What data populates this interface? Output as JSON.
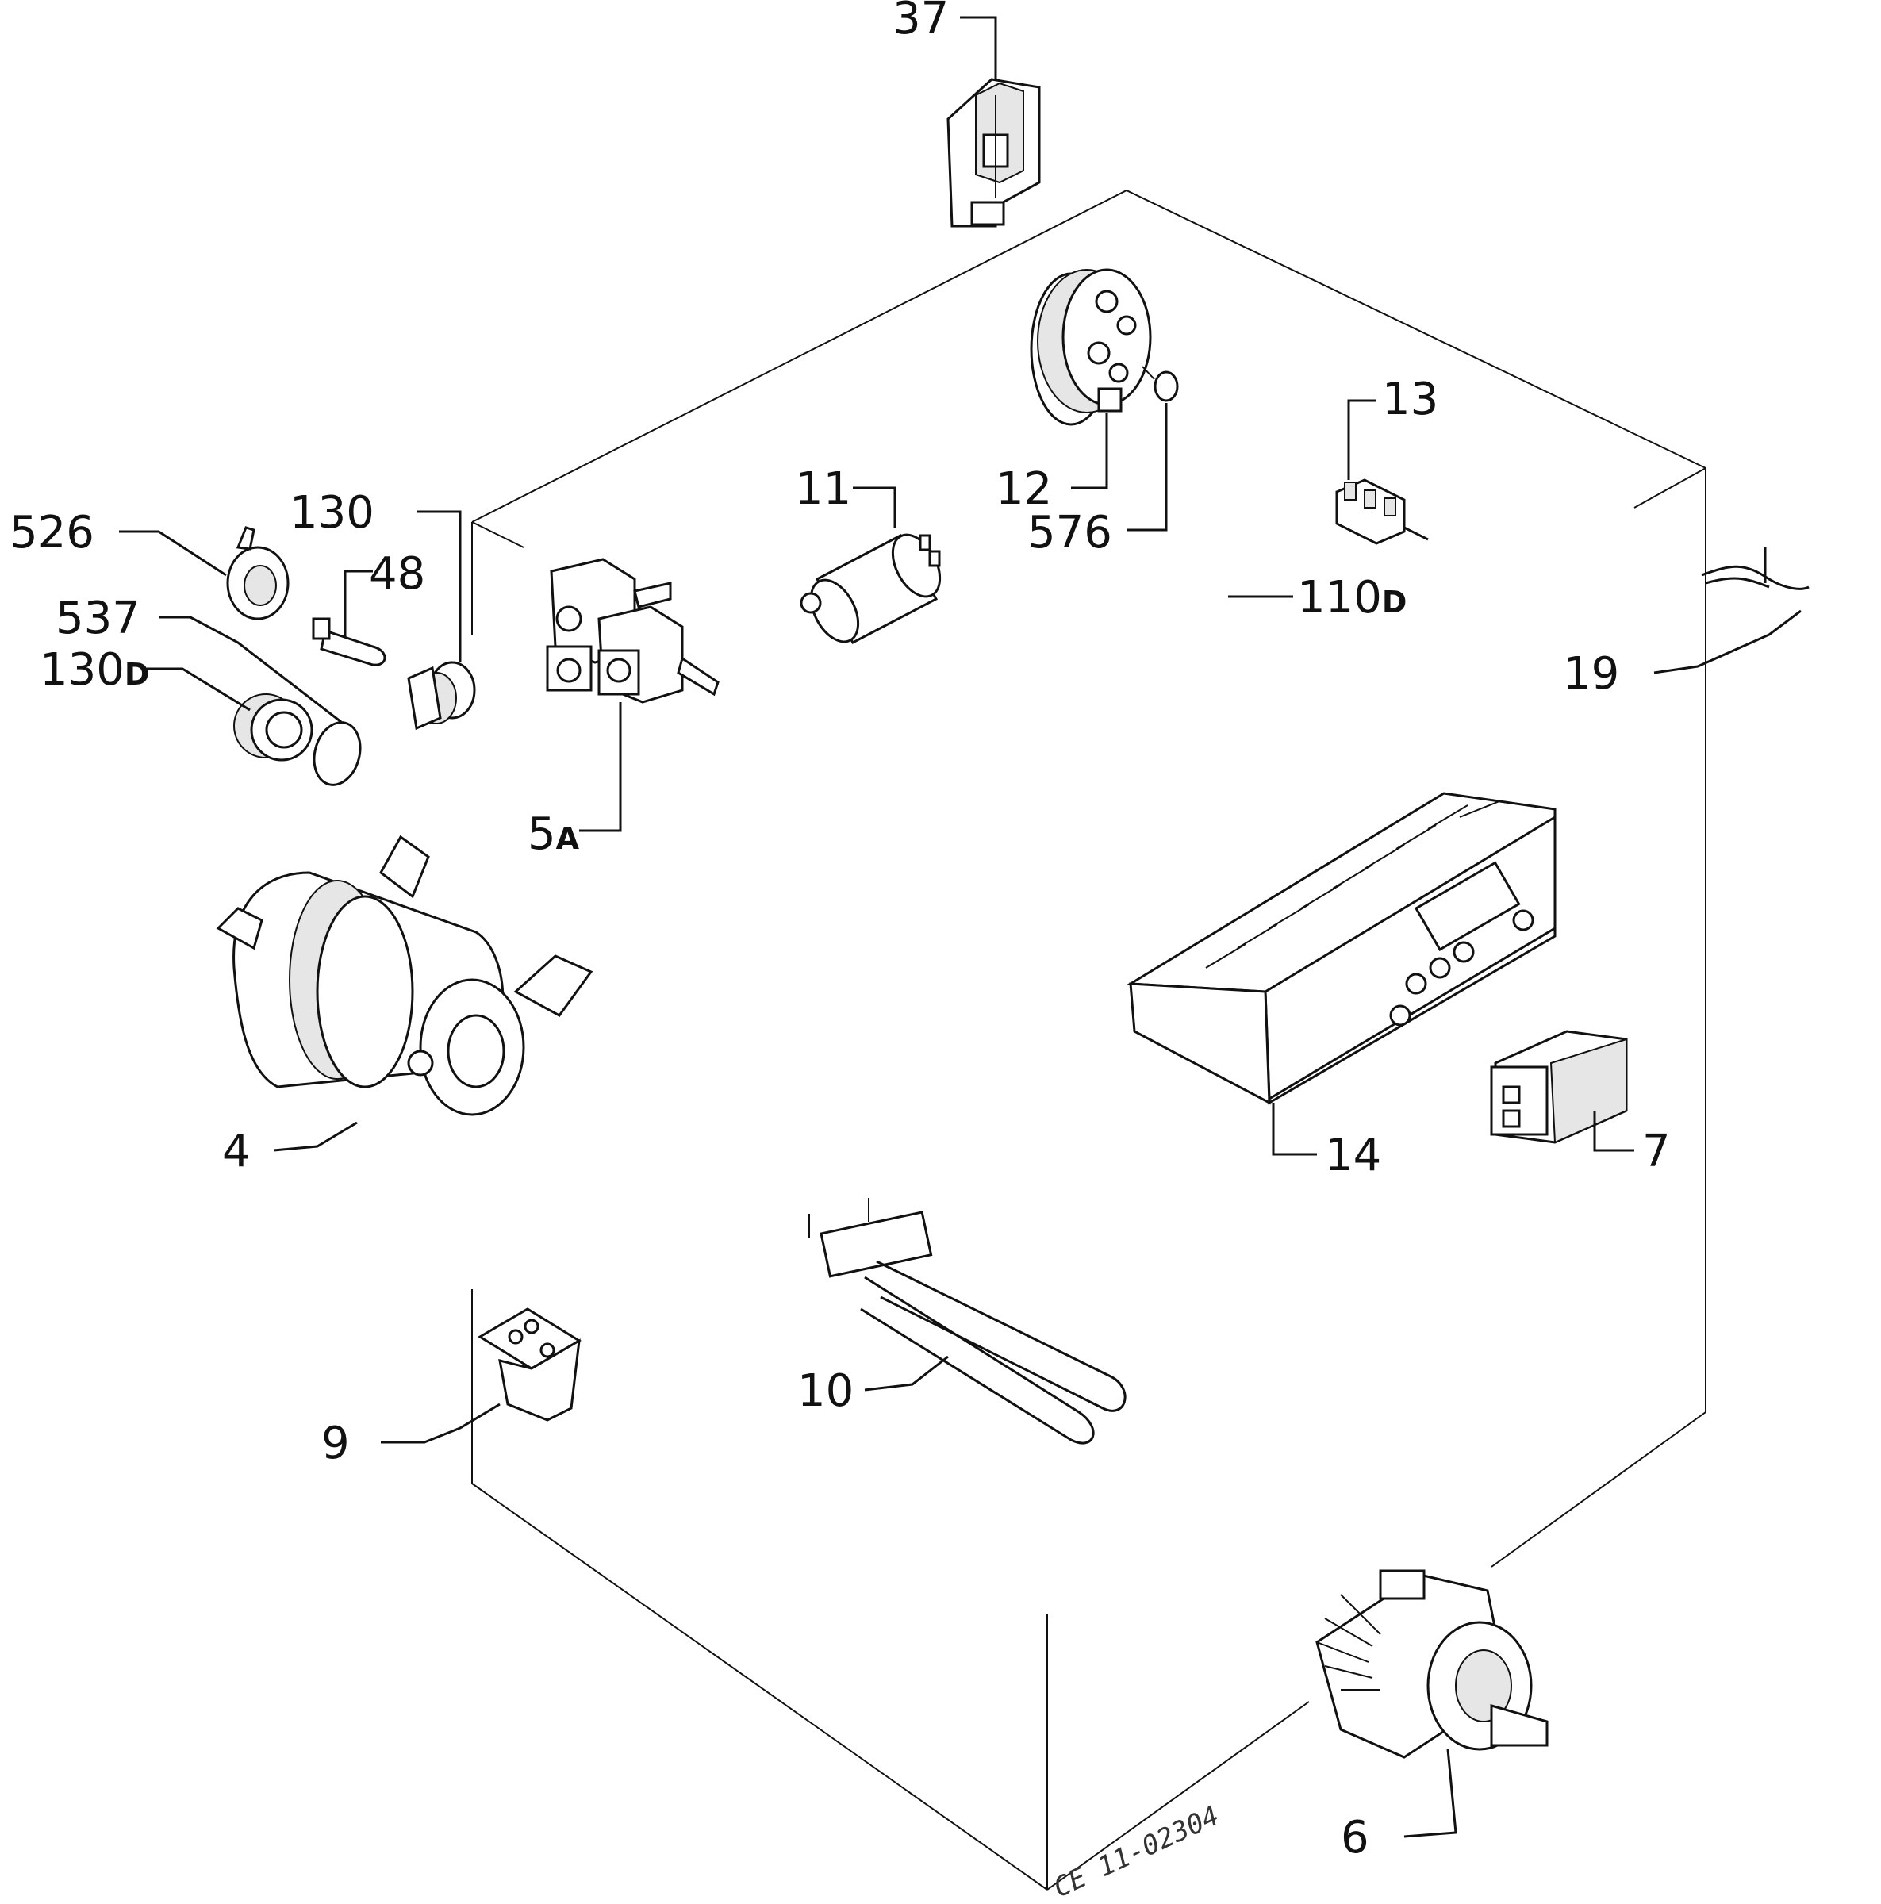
{
  "diagram": {
    "labels": {
      "p37": "37",
      "p12": "12",
      "p576": "576",
      "p13": "13",
      "p11": "11",
      "p110": "110",
      "p110_suffix": "D",
      "p19": "19",
      "p526": "526",
      "p130": "130",
      "p48": "48",
      "p537": "537",
      "p130d": "130",
      "p130d_suffix": "D",
      "p5": "5",
      "p5_suffix": "A",
      "p4": "4",
      "p14": "14",
      "p7": "7",
      "p10": "10",
      "p9": "9",
      "p6": "6"
    },
    "drawing_code": "CE 11-02304"
  }
}
